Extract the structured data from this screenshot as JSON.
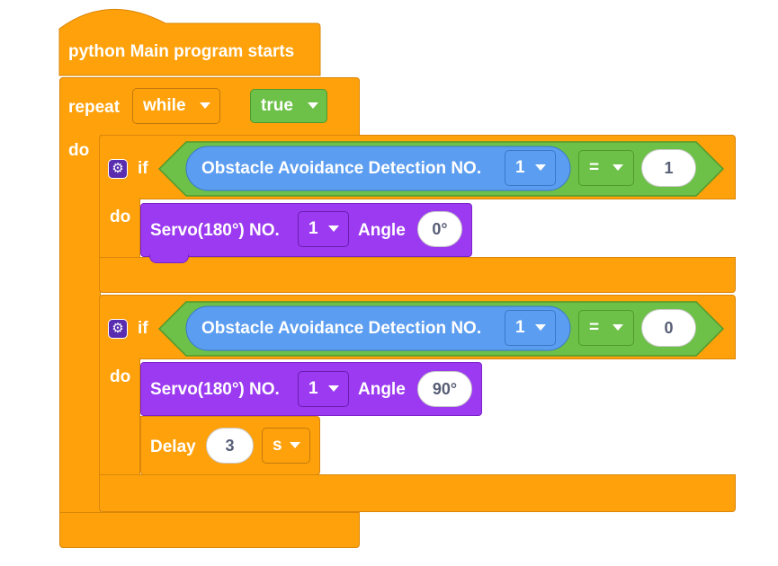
{
  "event_block": {
    "label": "python Main program starts"
  },
  "repeat_block": {
    "repeat_label": "repeat",
    "mode_value": "while",
    "condition_value": "true",
    "do_label": "do"
  },
  "if_blocks": [
    {
      "if_label": "if",
      "sensor_label": "Obstacle Avoidance Detection NO.",
      "sensor_no": "1",
      "operator": "=",
      "compare_value": "1",
      "do_label": "do",
      "servo": {
        "label": "Servo(180°) NO.",
        "no": "1",
        "angle_label": "Angle",
        "angle_value": "0°"
      }
    },
    {
      "if_label": "if",
      "sensor_label": "Obstacle Avoidance Detection NO.",
      "sensor_no": "1",
      "operator": "=",
      "compare_value": "0",
      "do_label": "do",
      "servo": {
        "label": "Servo(180°) NO.",
        "no": "1",
        "angle_label": "Angle",
        "angle_value": "90°"
      },
      "delay": {
        "label": "Delay",
        "value": "3",
        "unit": "s"
      }
    }
  ],
  "icons": {
    "settings": "gear-icon",
    "dropdown": "caret-down-icon"
  },
  "colors": {
    "control": "#FFA10A",
    "servo": "#9B3AF0",
    "logic": "#6DC048",
    "sensor": "#5B9DF0",
    "field": "#FFFFFF"
  }
}
